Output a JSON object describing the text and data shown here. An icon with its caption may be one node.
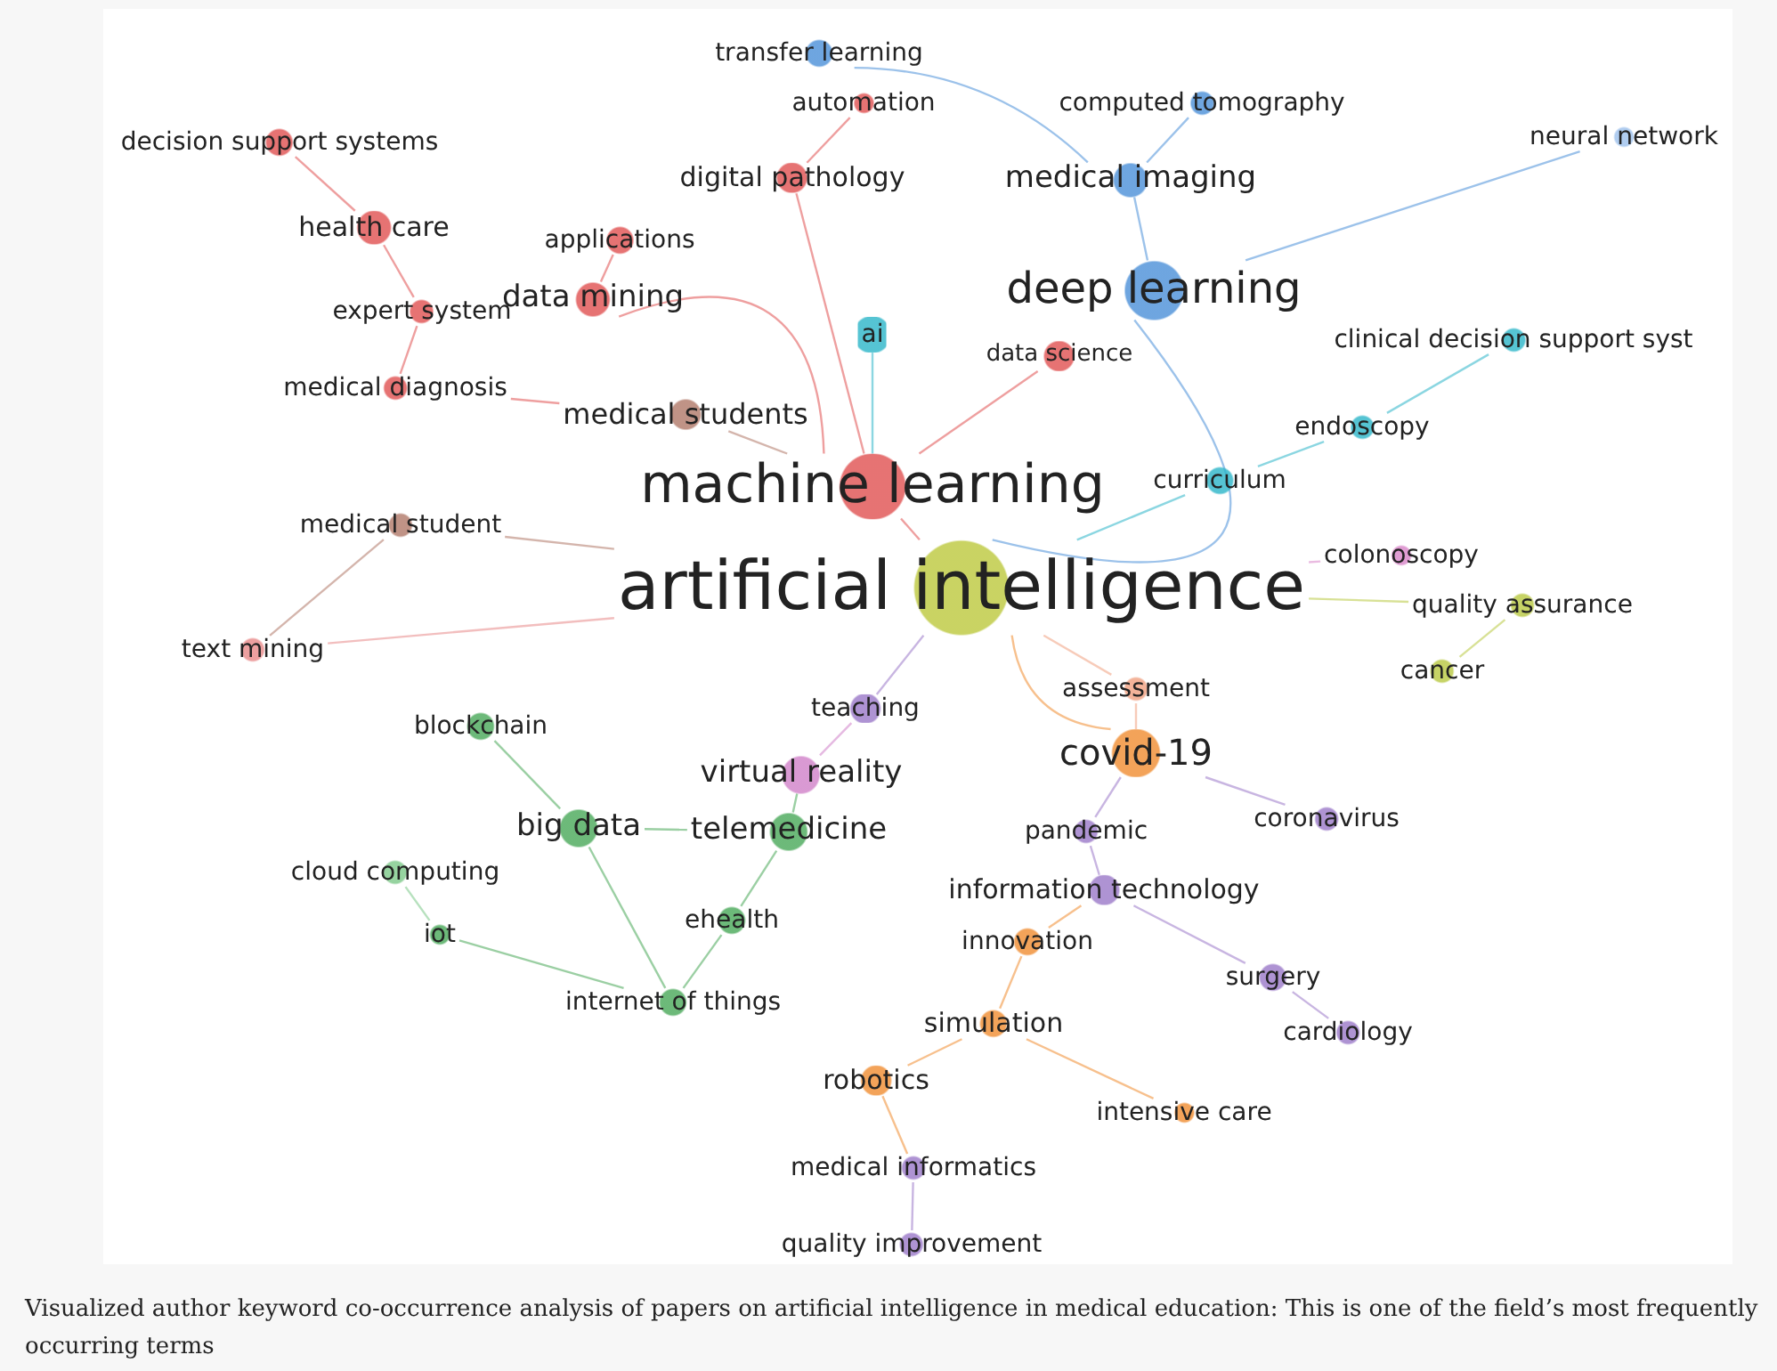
{
  "diagram": {
    "caption": "Visualized author keyword co-occurrence analysis of papers on artificial intelligence in medical education: This is one of the field’s most frequently occurring terms",
    "nodes": [
      {
        "text": [
          "transfer learning"
        ]
      },
      {
        "text": [
          "automation"
        ]
      },
      {
        "text": [
          "computed tomography"
        ]
      },
      {
        "text": [
          "neural network"
        ]
      },
      {
        "text": [
          "decision support systems"
        ]
      },
      {
        "text": [
          "digital pathology"
        ]
      },
      {
        "text": [
          "medical imaging"
        ]
      },
      {
        "text": [
          "health care"
        ]
      },
      {
        "text": [
          "applications"
        ]
      },
      {
        "text": [
          "data mining"
        ]
      },
      {
        "text": [
          "deep learning"
        ]
      },
      {
        "text": [
          "ai"
        ]
      },
      {
        "text": [
          "expert system"
        ]
      },
      {
        "text": [
          "data science"
        ]
      },
      {
        "text": [
          "clinical decision support syst"
        ]
      },
      {
        "text": [
          "medical diagnosis"
        ]
      },
      {
        "text": [
          "medical students"
        ]
      },
      {
        "text": [
          "endoscopy"
        ]
      },
      {
        "text": [
          "machine learning"
        ]
      },
      {
        "text": [
          "curriculum"
        ]
      },
      {
        "text": [
          "medical student"
        ]
      },
      {
        "text": [
          "artificial intelligence"
        ]
      },
      {
        "text": [
          "colonoscopy"
        ]
      },
      {
        "text": [
          "quality assurance"
        ]
      },
      {
        "text": [
          "text mining"
        ]
      },
      {
        "text": [
          "cancer"
        ]
      },
      {
        "text": [
          "assessment"
        ]
      },
      {
        "text": [
          "teaching"
        ]
      },
      {
        "text": [
          "blockchain"
        ]
      },
      {
        "text": [
          "covid-19"
        ]
      },
      {
        "text": [
          "virtual reality"
        ]
      },
      {
        "text": [
          "big data"
        ]
      },
      {
        "text": [
          "telemedicine"
        ]
      },
      {
        "text": [
          "pandemic"
        ]
      },
      {
        "text": [
          "coronavirus"
        ]
      },
      {
        "text": [
          "cloud computing"
        ]
      },
      {
        "text": [
          "information technology"
        ]
      },
      {
        "text": [
          "iot"
        ]
      },
      {
        "text": [
          "ehealth"
        ]
      },
      {
        "text": [
          "innovation"
        ]
      },
      {
        "text": [
          "surgery"
        ]
      },
      {
        "text": [
          "internet of things"
        ]
      },
      {
        "text": [
          "simulation"
        ]
      },
      {
        "text": [
          "cardiology"
        ]
      },
      {
        "text": [
          "robotics"
        ]
      },
      {
        "text": [
          "intensive care"
        ]
      },
      {
        "text": [
          "medical informatics"
        ]
      },
      {
        "text": [
          "quality improvement"
        ]
      }
    ],
    "edges": [
      {
        "from": 0,
        "to": 6,
        "arrow": "none",
        "color": "#4a8fd8"
      },
      {
        "from": 2,
        "to": 6,
        "arrow": "none",
        "color": "#4a8fd8"
      },
      {
        "from": 3,
        "to": 10,
        "arrow": "none",
        "color": "#4a8fd8"
      },
      {
        "from": 6,
        "to": 10,
        "arrow": "none",
        "color": "#4a8fd8"
      },
      {
        "from": 10,
        "to": 21,
        "arrow": "none",
        "color": "#4a8fd8"
      },
      {
        "from": 1,
        "to": 5,
        "arrow": "none",
        "color": "#e05050"
      },
      {
        "from": 5,
        "to": 18,
        "arrow": "none",
        "color": "#e05050"
      },
      {
        "from": 4,
        "to": 7,
        "arrow": "none",
        "color": "#e05050"
      },
      {
        "from": 7,
        "to": 12,
        "arrow": "none",
        "color": "#e05050"
      },
      {
        "from": 8,
        "to": 9,
        "arrow": "none",
        "color": "#e05050"
      },
      {
        "from": 9,
        "to": 18,
        "arrow": "none",
        "color": "#e05050"
      },
      {
        "from": 12,
        "to": 15,
        "arrow": "none",
        "color": "#e05050"
      },
      {
        "from": 15,
        "to": 16,
        "arrow": "none",
        "color": "#e05050"
      },
      {
        "from": 16,
        "to": 18,
        "arrow": "none",
        "color": "#b07868"
      },
      {
        "from": 13,
        "to": 18,
        "arrow": "none",
        "color": "#e05050"
      },
      {
        "from": 11,
        "to": 18,
        "arrow": "none",
        "color": "#2bb5c8"
      },
      {
        "from": 18,
        "to": 21,
        "arrow": "none",
        "color": "#e05050"
      },
      {
        "from": 20,
        "to": 24,
        "arrow": "none",
        "color": "#b07868"
      },
      {
        "from": 20,
        "to": 21,
        "arrow": "none",
        "color": "#b07868"
      },
      {
        "from": 24,
        "to": 21,
        "arrow": "none",
        "color": "#e88888"
      },
      {
        "from": 14,
        "to": 17,
        "arrow": "none",
        "color": "#2bb5c8"
      },
      {
        "from": 17,
        "to": 19,
        "arrow": "none",
        "color": "#2bb5c8"
      },
      {
        "from": 19,
        "to": 21,
        "arrow": "none",
        "color": "#2bb5c8"
      },
      {
        "from": 22,
        "to": 21,
        "arrow": "none",
        "color": "#d884c8"
      },
      {
        "from": 23,
        "to": 25,
        "arrow": "none",
        "color": "#b8c840"
      },
      {
        "from": 23,
        "to": 21,
        "arrow": "none",
        "color": "#b8c840"
      },
      {
        "from": 26,
        "to": 29,
        "arrow": "none",
        "color": "#f0a080"
      },
      {
        "from": 26,
        "to": 21,
        "arrow": "none",
        "color": "#f0a080"
      },
      {
        "from": 27,
        "to": 21,
        "arrow": "none",
        "color": "#9a78c8"
      },
      {
        "from": 29,
        "to": 21,
        "arrow": "none",
        "color": "#f08c30"
      },
      {
        "from": 30,
        "to": 27,
        "arrow": "none",
        "color": "#d080c8"
      },
      {
        "from": 28,
        "to": 31,
        "arrow": "none",
        "color": "#48a858"
      },
      {
        "from": 31,
        "to": 32,
        "arrow": "none",
        "color": "#48a858"
      },
      {
        "from": 32,
        "to": 30,
        "arrow": "none",
        "color": "#48a858"
      },
      {
        "from": 35,
        "to": 37,
        "arrow": "none",
        "color": "#7cc888"
      },
      {
        "from": 37,
        "to": 41,
        "arrow": "none",
        "color": "#48a858"
      },
      {
        "from": 31,
        "to": 41,
        "arrow": "none",
        "color": "#48a858"
      },
      {
        "from": 41,
        "to": 38,
        "arrow": "none",
        "color": "#48a858"
      },
      {
        "from": 38,
        "to": 32,
        "arrow": "none",
        "color": "#48a858"
      },
      {
        "from": 33,
        "to": 29,
        "arrow": "none",
        "color": "#9a78c8"
      },
      {
        "from": 34,
        "to": 29,
        "arrow": "none",
        "color": "#9a78c8"
      },
      {
        "from": 36,
        "to": 33,
        "arrow": "none",
        "color": "#9a78c8"
      },
      {
        "from": 39,
        "to": 36,
        "arrow": "none",
        "color": "#f08c30"
      },
      {
        "from": 40,
        "to": 36,
        "arrow": "none",
        "color": "#9a78c8"
      },
      {
        "from": 40,
        "to": 43,
        "arrow": "none",
        "color": "#9a78c8"
      },
      {
        "from": 42,
        "to": 39,
        "arrow": "none",
        "color": "#f08c30"
      },
      {
        "from": 44,
        "to": 42,
        "arrow": "none",
        "color": "#f08c30"
      },
      {
        "from": 44,
        "to": 46,
        "arrow": "none",
        "color": "#f08c30"
      },
      {
        "from": 46,
        "to": 47,
        "arrow": "none",
        "color": "#9a78c8"
      },
      {
        "from": 45,
        "to": 42,
        "arrow": "none",
        "color": "#f08c30"
      }
    ]
  }
}
